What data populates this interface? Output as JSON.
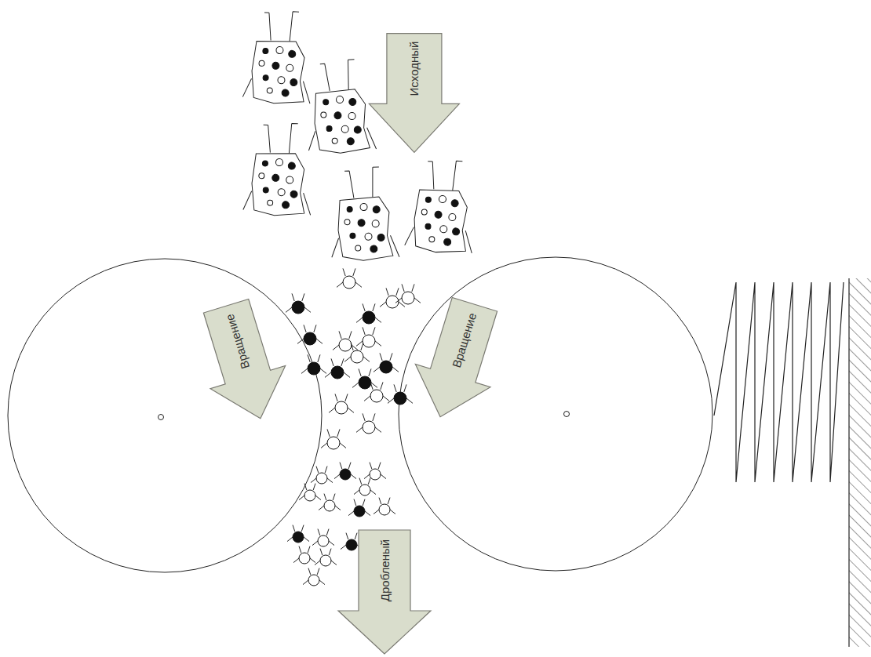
{
  "diagram": {
    "nodes": [
      {
        "text": [
          "Исходный"
        ]
      },
      {
        "text": [
          "Вращение"
        ]
      },
      {
        "text": [
          "Вращение"
        ]
      },
      {
        "text": [
          "Дробленый"
        ]
      }
    ]
  }
}
